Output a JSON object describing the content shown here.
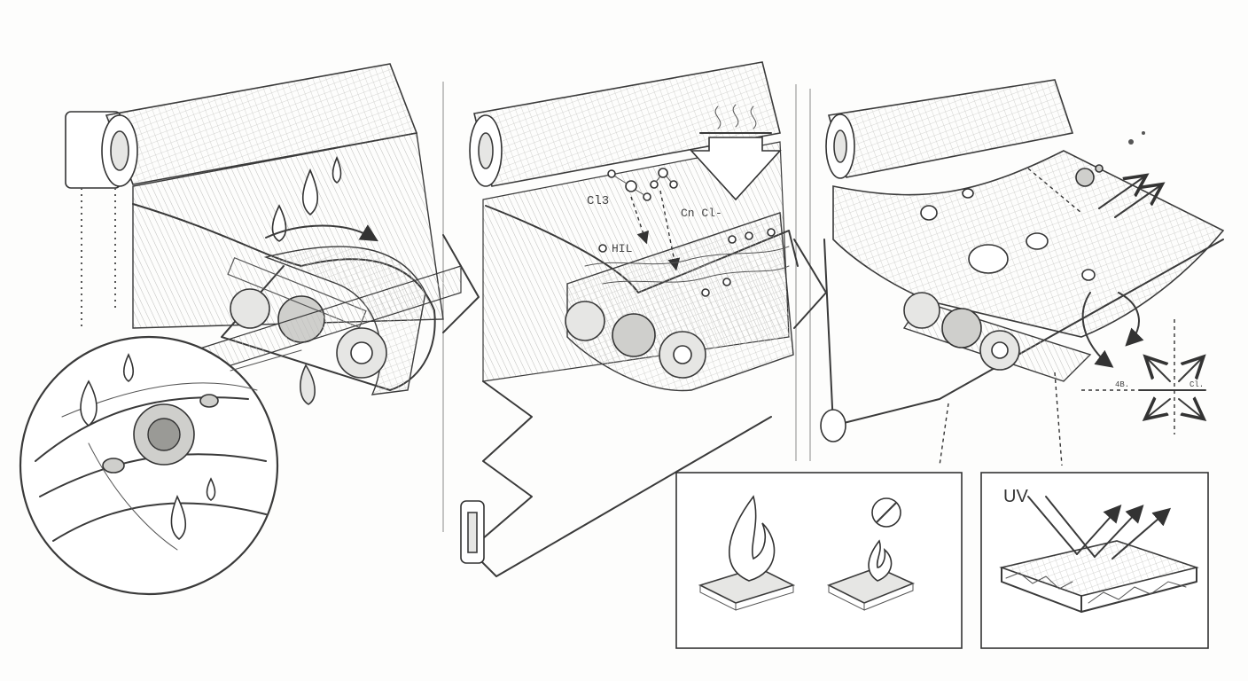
{
  "panels": [
    {
      "name": "moisture-penetration"
    },
    {
      "name": "chemical-treatment"
    },
    {
      "name": "protected-fabric"
    }
  ],
  "chemical_labels": [
    "Cl3",
    "Cn Cl-",
    "HIL"
  ],
  "inset_labels": {
    "uv": "UV",
    "side_small_left": "4B.",
    "side_small_right": "Cl."
  },
  "colors": {
    "ink": "#3a3a3a",
    "paper": "#fdfdfc",
    "shade": "#e6e6e4"
  }
}
